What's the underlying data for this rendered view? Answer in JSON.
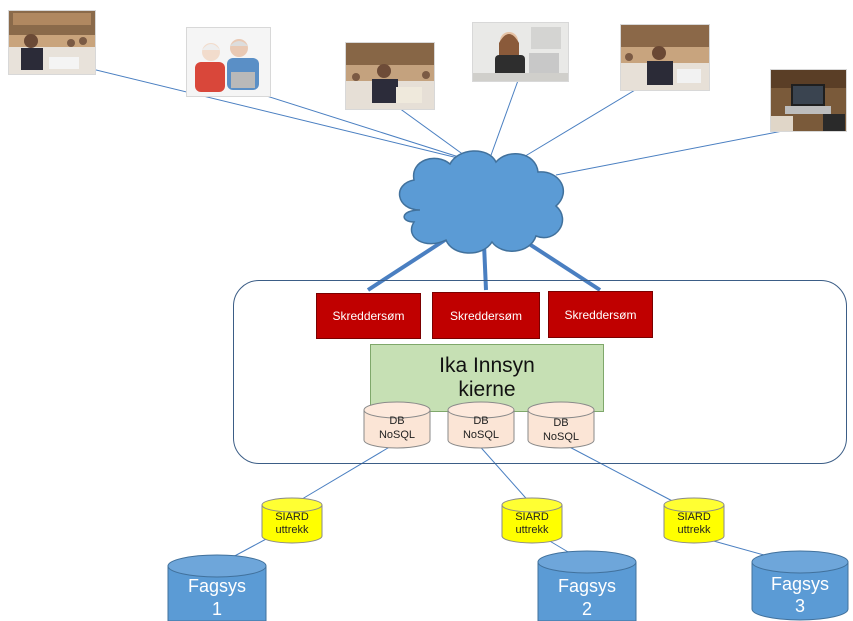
{
  "core_system": {
    "modules": [
      "Skreddersøm",
      "Skreddersøm",
      "Skreddersøm"
    ],
    "kernel": {
      "line1": "Ika Innsyn",
      "line2": "kierne"
    },
    "databases": [
      {
        "line1": "DB",
        "line2": "NoSQL"
      },
      {
        "line1": "DB",
        "line2": "NoSQL"
      },
      {
        "line1": "DB",
        "line2": "NoSQL"
      }
    ]
  },
  "extracts": [
    {
      "line1": "SIARD",
      "line2": "uttrekk"
    },
    {
      "line1": "SIARD",
      "line2": "uttrekk"
    },
    {
      "line1": "SIARD",
      "line2": "uttrekk"
    }
  ],
  "source_systems": [
    {
      "line1": "Fagsys",
      "line2": "1"
    },
    {
      "line1": "Fagsys",
      "line2": "2"
    },
    {
      "line1": "Fagsys",
      "line2": "3"
    }
  ],
  "colors": {
    "link_line": "#4a7fc1",
    "cloud": "#5b9bd5",
    "module": "#c00000",
    "kernel": "#c6e0b4",
    "database": "#fbe5d6",
    "extract": "#ffff00",
    "source": "#5b9bd5"
  }
}
